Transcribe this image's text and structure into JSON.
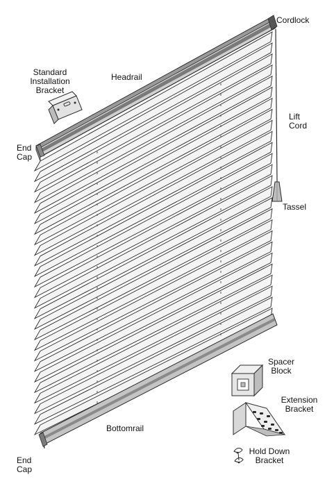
{
  "labels": {
    "cordlock": "Cordlock",
    "headrail": "Headrail",
    "standard_bracket": [
      "Standard",
      "Installation",
      "Bracket"
    ],
    "end_cap_top": [
      "End",
      "Cap"
    ],
    "lift_cord": [
      "Lift",
      "Cord"
    ],
    "tassel": "Tassel",
    "spacer_block": [
      "Spacer",
      "Block"
    ],
    "extension_bracket": [
      "Extension",
      "Bracket"
    ],
    "bottomrail": "Bottomrail",
    "end_cap_bottom": [
      "End",
      "Cap"
    ],
    "hold_down_bracket": [
      "Hold Down",
      "Bracket"
    ]
  },
  "colors": {
    "rail": "#b9b9b9",
    "rail_dark": "#8c8c8c",
    "slat": "#f4f4f4",
    "outline": "#2a2a2a"
  },
  "icons": [
    "standard-installation-bracket-icon",
    "spacer-block-icon",
    "extension-bracket-icon",
    "hold-down-bracket-icon",
    "tassel-icon"
  ]
}
